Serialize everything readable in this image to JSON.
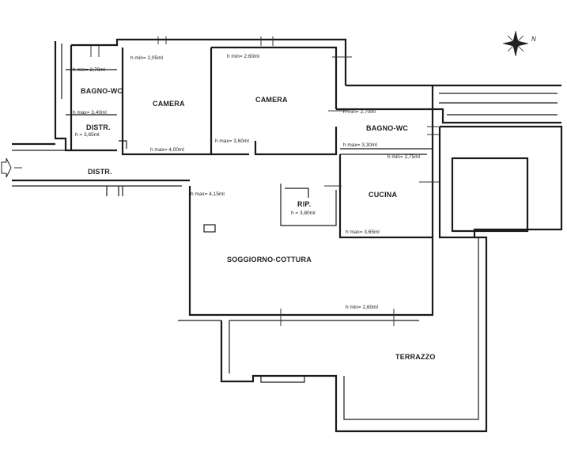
{
  "rooms": {
    "bagno_wc_1": "BAGNO-WC",
    "camera_1": "CAMERA",
    "camera_2": "CAMERA",
    "distr_1": "DISTR.",
    "distr_2": "DISTR.",
    "bagno_wc_2": "BAGNO-WC",
    "cucina": "CUCINA",
    "rip": "RIP.",
    "soggiorno": "SOGGIORNO-COTTURA",
    "terrazzo": "TERRAZZO"
  },
  "heights": {
    "bagno1_min": "h min= 2,70ml",
    "bagno1_max": "h max= 3,40ml",
    "distr1": "h = 3,65ml",
    "camera1_min": "h min= 2,05ml",
    "camera1_max": "h max= 4,00ml",
    "camera2_min": "h min= 2,60ml",
    "camera2_max": "h max= 3,60ml",
    "bagno2_min": "h min= 2,70ml",
    "bagno2_max": "h max= 3,30ml",
    "cucina_min": "h min= 2,75ml",
    "cucina_max": "h max= 3,65ml",
    "rip": "h = 3,80ml",
    "soggiorno_max": "h max= 4,15ml",
    "soggiorno_min": "h min= 2,60ml"
  },
  "compass": {
    "north_letter": "N"
  }
}
